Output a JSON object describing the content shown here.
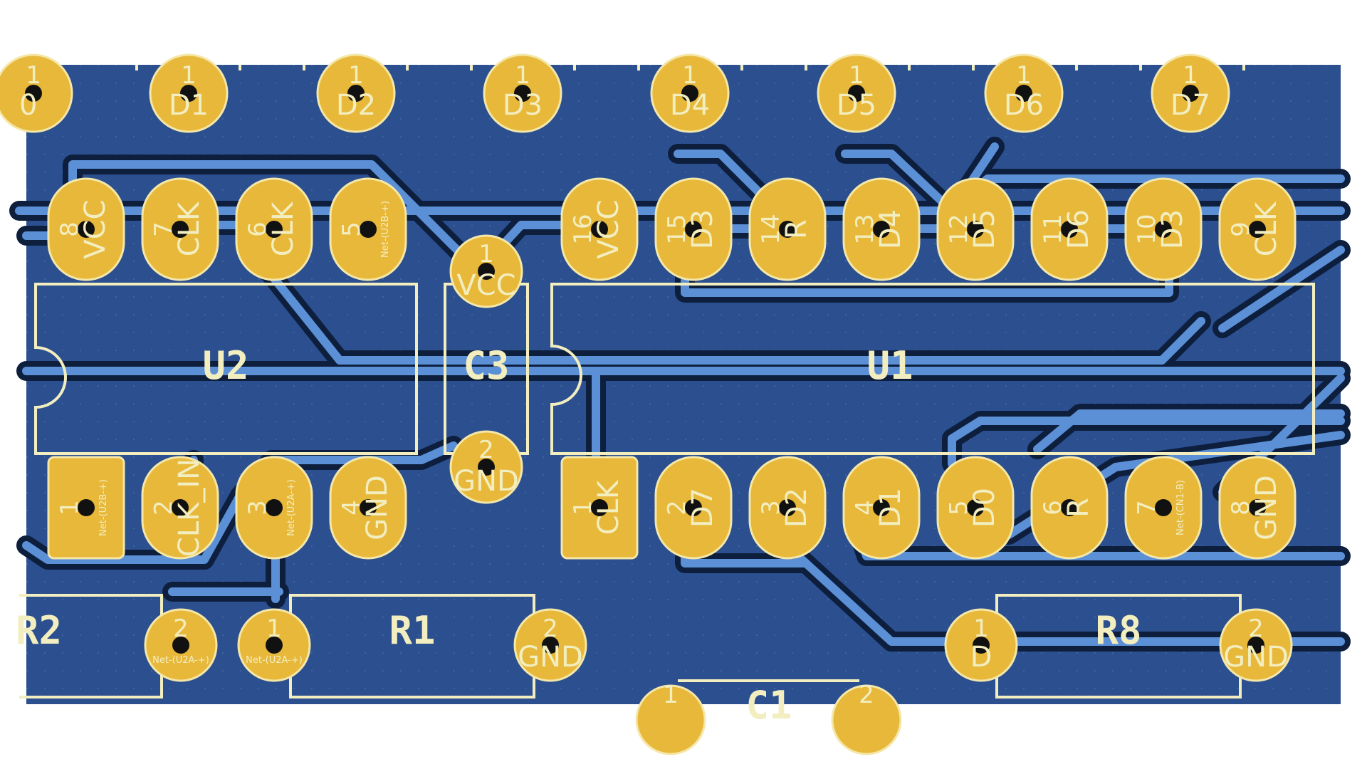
{
  "colors": {
    "board": "#2b4f8f",
    "trace": "#5b8fd6",
    "clearance": "#0d1f3d",
    "pad": "#e8b83a",
    "pad_ring": "#f4e7a8",
    "silk": "#f2eec0",
    "drill": "#111111"
  },
  "refs": {
    "u2": "U2",
    "c3": "C3",
    "u1": "U1",
    "r1": "R1",
    "r2": "R2",
    "r8": "R8",
    "bottom_partial": "C1"
  },
  "leds": [
    {
      "num": "1",
      "label": "0"
    },
    {
      "num": "1",
      "label": "D1"
    },
    {
      "num": "1",
      "label": "D2"
    },
    {
      "num": "1",
      "label": "D3"
    },
    {
      "num": "1",
      "label": "D4"
    },
    {
      "num": "1",
      "label": "D5"
    },
    {
      "num": "1",
      "label": "D6"
    },
    {
      "num": "1",
      "label": "D7"
    }
  ],
  "u2_top": [
    {
      "num": "8",
      "net": "VCC"
    },
    {
      "num": "7",
      "net": "CLK"
    },
    {
      "num": "6",
      "net": "CLK"
    },
    {
      "num": "5",
      "net": "Net-(U2B-+)"
    }
  ],
  "u2_bottom": [
    {
      "num": "1",
      "net": "Net-(U2B-+)"
    },
    {
      "num": "2",
      "net": "CLK_IN"
    },
    {
      "num": "3",
      "net": "Net-(U2A-+)"
    },
    {
      "num": "4",
      "net": "GND"
    }
  ],
  "c3_pads": [
    {
      "num": "1",
      "net": "VCC"
    },
    {
      "num": "2",
      "net": "GND"
    }
  ],
  "u1_top": [
    {
      "num": "16",
      "net": "VCC"
    },
    {
      "num": "15",
      "net": "D3"
    },
    {
      "num": "14",
      "net": "R"
    },
    {
      "num": "13",
      "net": "D4"
    },
    {
      "num": "12",
      "net": "D5"
    },
    {
      "num": "11",
      "net": "D6"
    },
    {
      "num": "10",
      "net": "D3"
    },
    {
      "num": "9",
      "net": "CLK"
    }
  ],
  "u1_bottom": [
    {
      "num": "1",
      "net": "CLK"
    },
    {
      "num": "2",
      "net": "D7"
    },
    {
      "num": "3",
      "net": "D2"
    },
    {
      "num": "4",
      "net": "D1"
    },
    {
      "num": "5",
      "net": "D0"
    },
    {
      "num": "6",
      "net": "R"
    },
    {
      "num": "7",
      "net": "Net-(CN1-B)"
    },
    {
      "num": "8",
      "net": "GND"
    }
  ],
  "r2_pad": {
    "num": "2",
    "net": "Net-(U2A-+)"
  },
  "r1_pads": [
    {
      "num": "1",
      "net": "Net-(U2A-+)"
    },
    {
      "num": "2",
      "net": "GND"
    }
  ],
  "r8_pads": [
    {
      "num": "1",
      "net": "D"
    },
    {
      "num": "2",
      "net": "GND"
    }
  ],
  "bottom_pads": [
    {
      "num": "1"
    },
    {
      "num": "2"
    }
  ]
}
